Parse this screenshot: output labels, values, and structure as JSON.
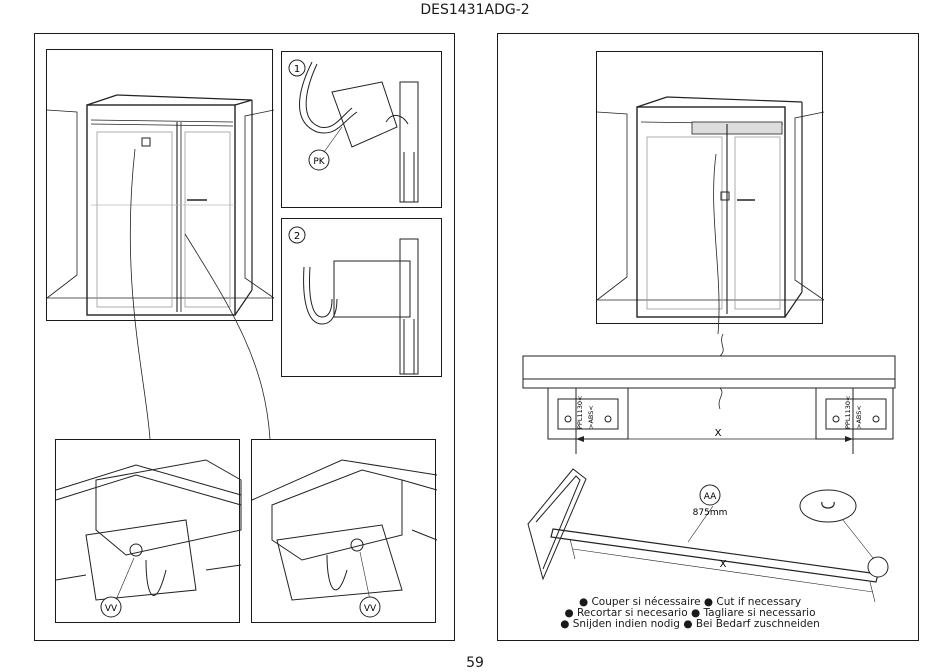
{
  "document": {
    "model": "DES1431ADG-2",
    "page_number": "59"
  },
  "left_panel": {
    "step1_number": "1",
    "step2_number": "2",
    "part_pk": "PK",
    "part_vv_left": "VV",
    "part_vv_right": "VV"
  },
  "right_panel": {
    "dimension_x_upper": "X",
    "dimension_x_lower": "X",
    "base_label_left": "PPL1130<",
    "base_label_left_2": ">ABS<",
    "base_label_right": "PPL1130<",
    "base_label_right_2": ">ABS<",
    "part_aa": "AA",
    "part_aa_length": "875mm",
    "instructions": [
      {
        "text": "Couper si nécessaire"
      },
      {
        "text": "Cut if necessary"
      },
      {
        "text": "Recortar si necesario"
      },
      {
        "text": "Tagliare si necessario"
      },
      {
        "text": "Snijden indien nodig"
      },
      {
        "text": "Bei Bedarf zuschneiden"
      }
    ]
  }
}
